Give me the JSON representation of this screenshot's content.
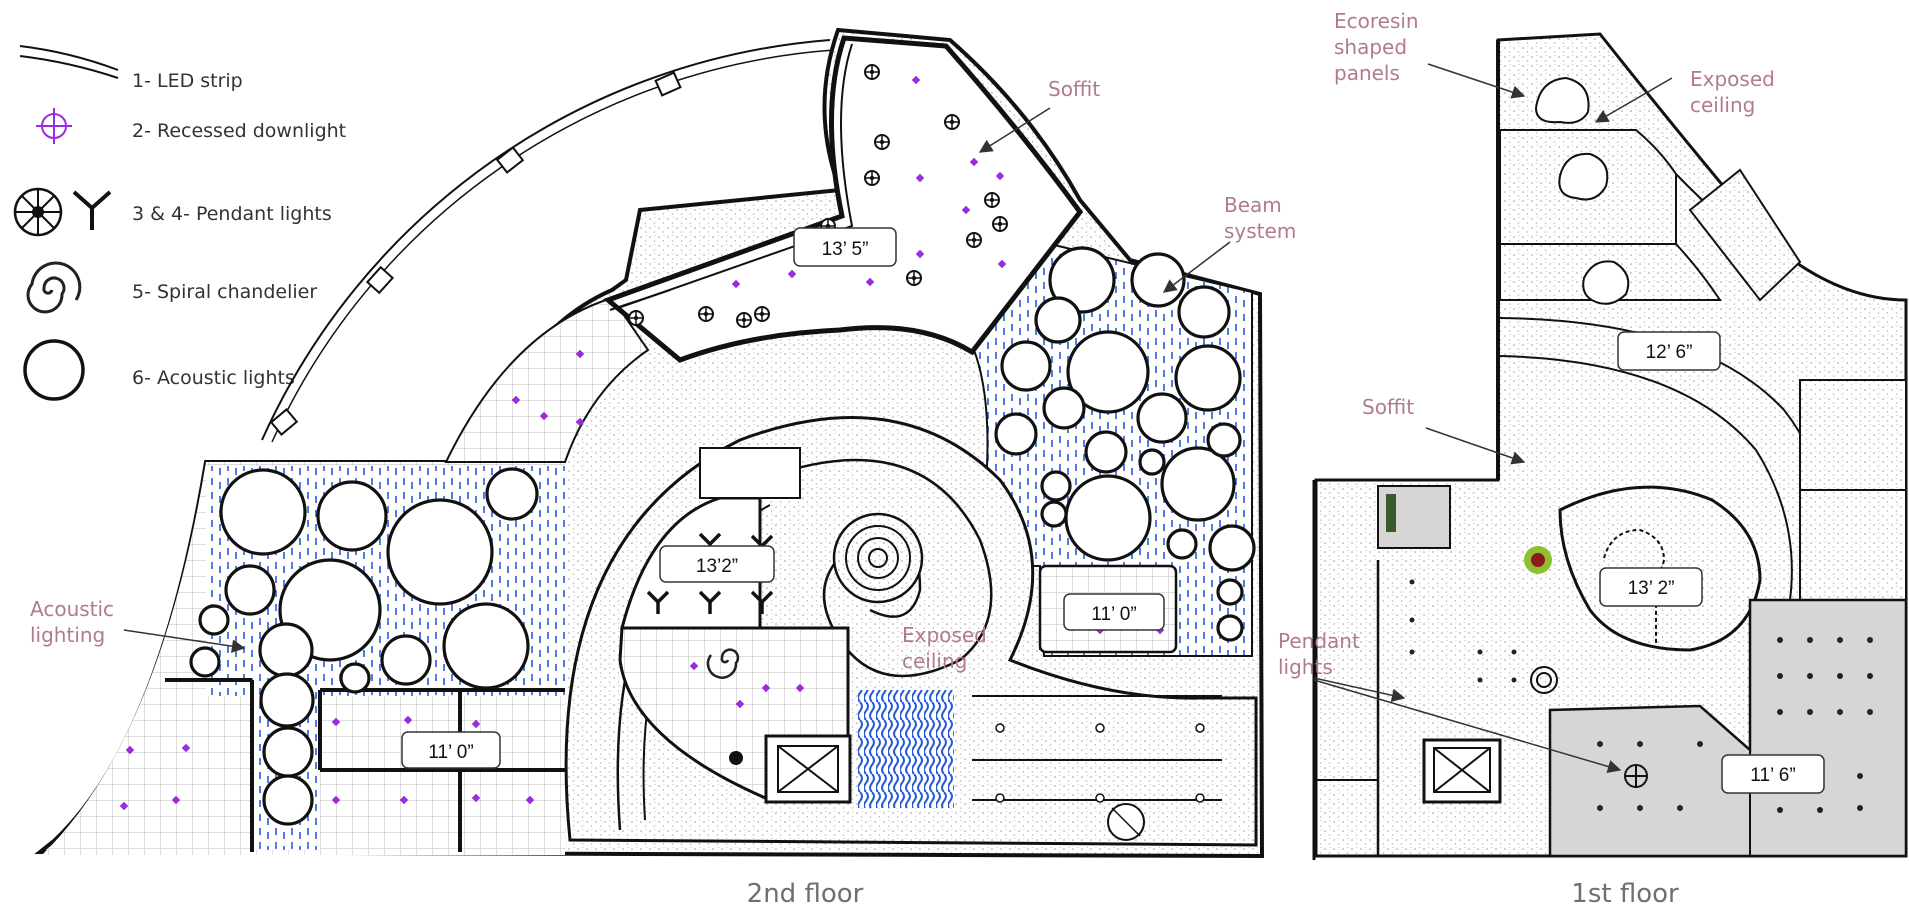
{
  "colors": {
    "callout": "#b07a92",
    "downlight": "#9b2be0",
    "beam": "#2a5bd7",
    "stipple": "#dcdcdc",
    "grey_zone": "#d6d6d6"
  },
  "legend": [
    {
      "icon": "led-strip-icon",
      "label": "1- LED strip"
    },
    {
      "icon": "recessed-downlight-icon",
      "label": "2- Recessed downlight"
    },
    {
      "icon": "pendant-lights-icon",
      "label": "3 & 4- Pendant lights"
    },
    {
      "icon": "spiral-chandelier-icon",
      "label": "5- Spiral chandelier"
    },
    {
      "icon": "acoustic-light-icon",
      "label": "6- Acoustic lights"
    }
  ],
  "second_floor": {
    "title": "2nd floor",
    "callouts": {
      "soffit": [
        "Soffit"
      ],
      "beam": [
        "Beam",
        "system"
      ],
      "acoustic": [
        "Acoustic",
        "lighting"
      ],
      "exposed": [
        "Exposed",
        "ceiling"
      ]
    },
    "heights": {
      "top": "13’ 5”",
      "center": "13’2”",
      "right": "11’ 0”",
      "bottom_left": "11’ 0”"
    }
  },
  "first_floor": {
    "title": "1st floor",
    "callouts": {
      "ecoresin": [
        "Ecoresin",
        "shaped",
        "panels"
      ],
      "exposed": [
        "Exposed",
        "ceiling"
      ],
      "soffit": [
        "Soffit"
      ],
      "pendant": [
        "Pendant",
        "lights"
      ]
    },
    "heights": {
      "top": "12’ 6”",
      "middle": "13’ 2”",
      "bottom": "11’ 6”"
    }
  }
}
